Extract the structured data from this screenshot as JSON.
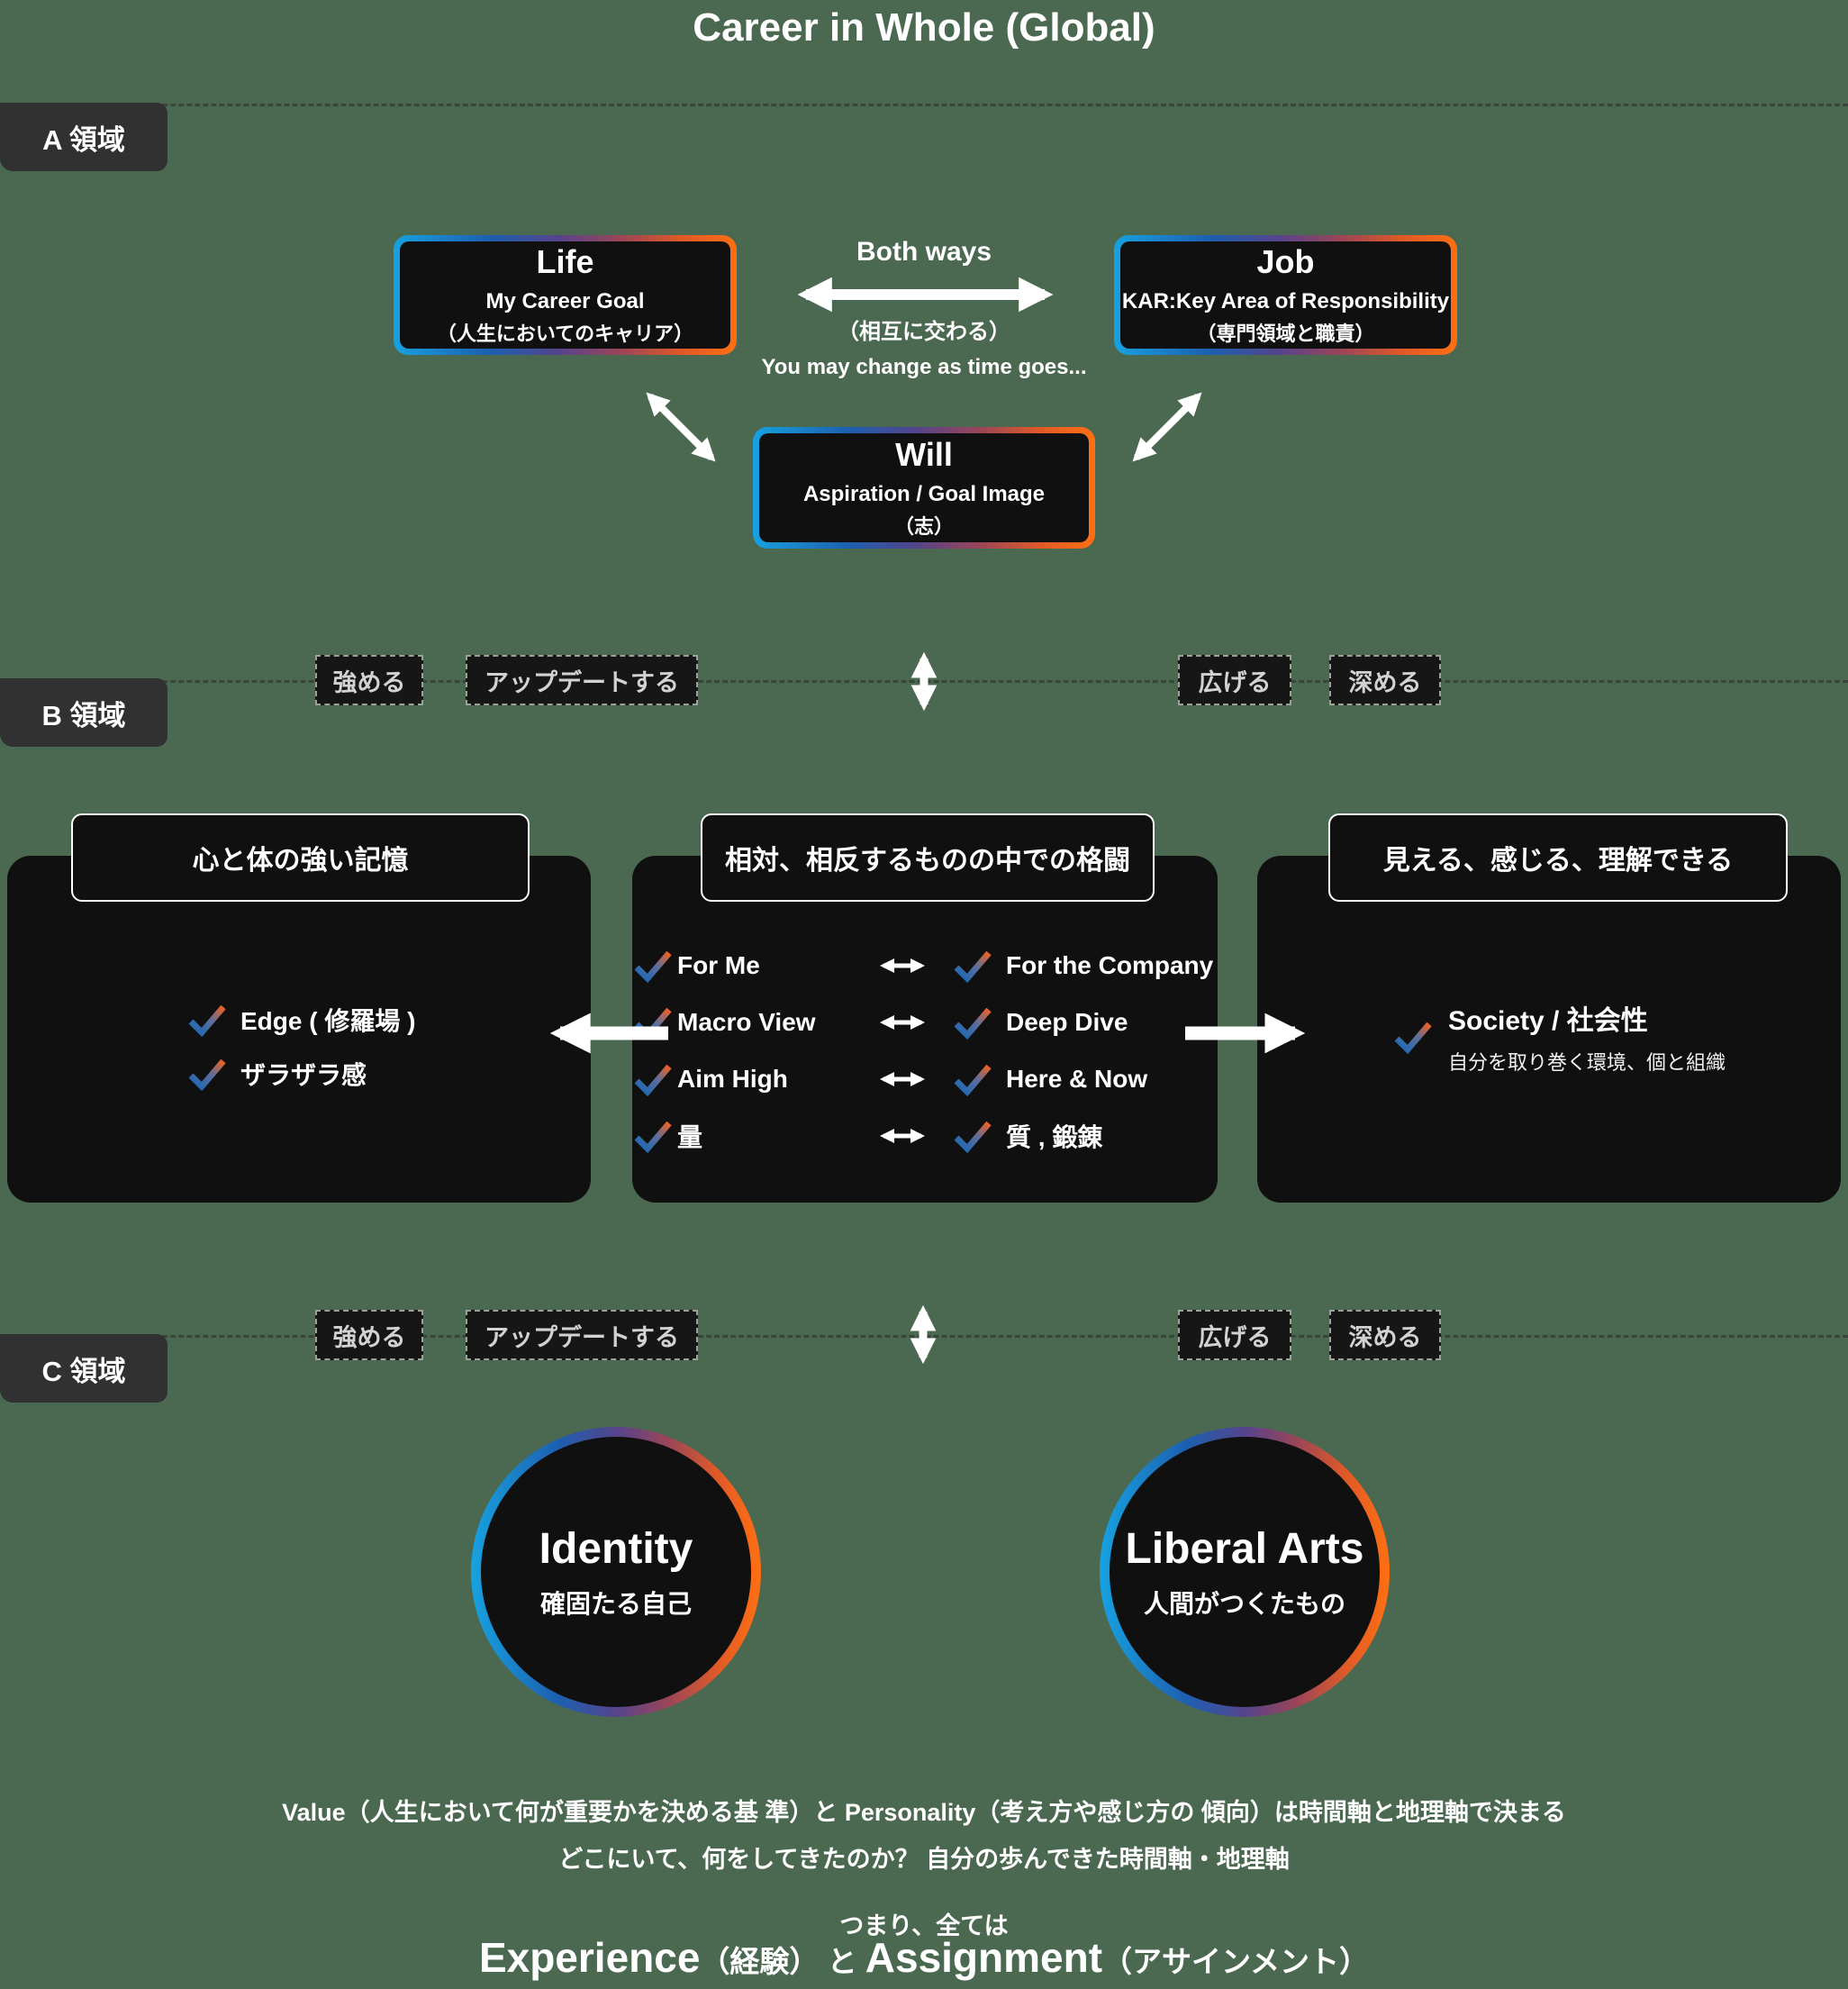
{
  "title": "Career in Whole (Global)",
  "sections": {
    "a": "A 領域",
    "b": "B 領域",
    "c": "C 領域"
  },
  "top": {
    "life": {
      "title": "Life",
      "line1": "My Career Goal",
      "line2": "（人生においてのキャリア）"
    },
    "job": {
      "title": "Job",
      "line1": "KAR:Key Area of Responsibility",
      "line2": "（専門領域と職責）"
    },
    "will": {
      "title": "Will",
      "line1": "Aspiration / Goal Image",
      "line2": "（志）"
    },
    "both_ways": "Both ways",
    "both_ways_note": "（相互に交わる）",
    "change_note": "You may change as time goes..."
  },
  "tags": {
    "strengthen": "強める",
    "update": "アップデートする",
    "broaden": "広げる",
    "deepen": "深める"
  },
  "boxes": {
    "left": {
      "header": "心と体の強い記憶",
      "items": [
        "Edge ( 修羅場 )",
        "ザラザラ感"
      ]
    },
    "middle": {
      "header": "相対、相反するものの中での格闘",
      "rows": [
        {
          "left": "For Me",
          "right": "For the Company"
        },
        {
          "left": "Macro View",
          "right": "Deep Dive"
        },
        {
          "left": "Aim High",
          "right": "Here & Now"
        },
        {
          "left": "量",
          "right": "質 , 鍛錬"
        }
      ]
    },
    "right": {
      "header": "見える、感じる、理解できる",
      "item": {
        "title": "Society / 社会性",
        "sub": "自分を取り巻く環境、個と組織"
      }
    }
  },
  "circles": {
    "identity": {
      "title": "Identity",
      "sub": "確固たる自己"
    },
    "liberal_arts": {
      "title": "Liberal Arts",
      "sub": "人間がつくたもの"
    }
  },
  "footer": {
    "line1": "Value（人生において何が重要かを決める基 準）と Personality（考え方や感じ方の 傾向）は時間軸と地理軸で決まる",
    "line2": "どこにいて、何をしてきたのか？ 自分の歩んできた時間軸・地理軸",
    "conclusion_intro": "つまり、全ては",
    "experience": "Experience",
    "experience_jp": "（経験）",
    "and": " と ",
    "assignment": "Assignment",
    "assignment_jp": "（アサインメント）"
  },
  "colors": {
    "background": "#4B6950",
    "panel": "#101010",
    "accent_blue": "#17A2E0",
    "accent_orange": "#FF6F12",
    "check_blue": "#1668B8",
    "check_orange": "#F06023"
  }
}
